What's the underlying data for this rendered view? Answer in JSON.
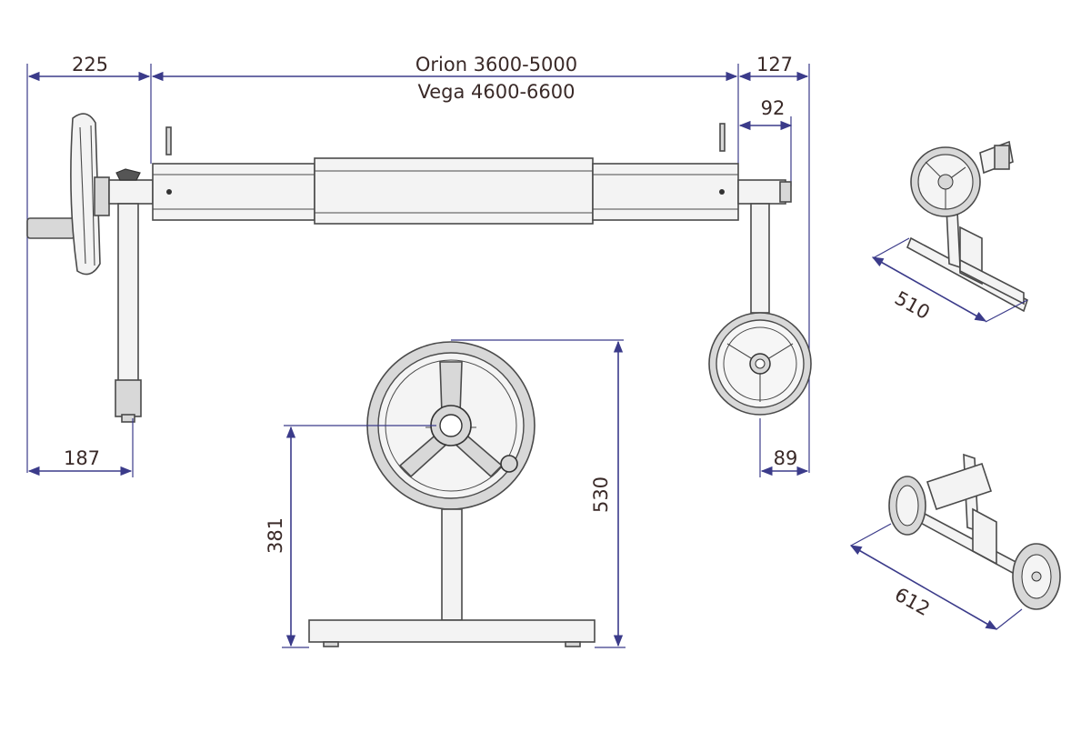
{
  "dimensions": {
    "d225": "225",
    "model_line_1": "Orion 3600-5000",
    "model_line_2": "Vega 4600-6600",
    "d127": "127",
    "d92": "92",
    "d187": "187",
    "d89": "89",
    "d381": "381",
    "d530": "530",
    "d510": "510",
    "d612": "612"
  },
  "colors": {
    "dimension_line": "#3b3b8a",
    "text": "#3a2a28",
    "part_outline": "#4a4a4a"
  }
}
